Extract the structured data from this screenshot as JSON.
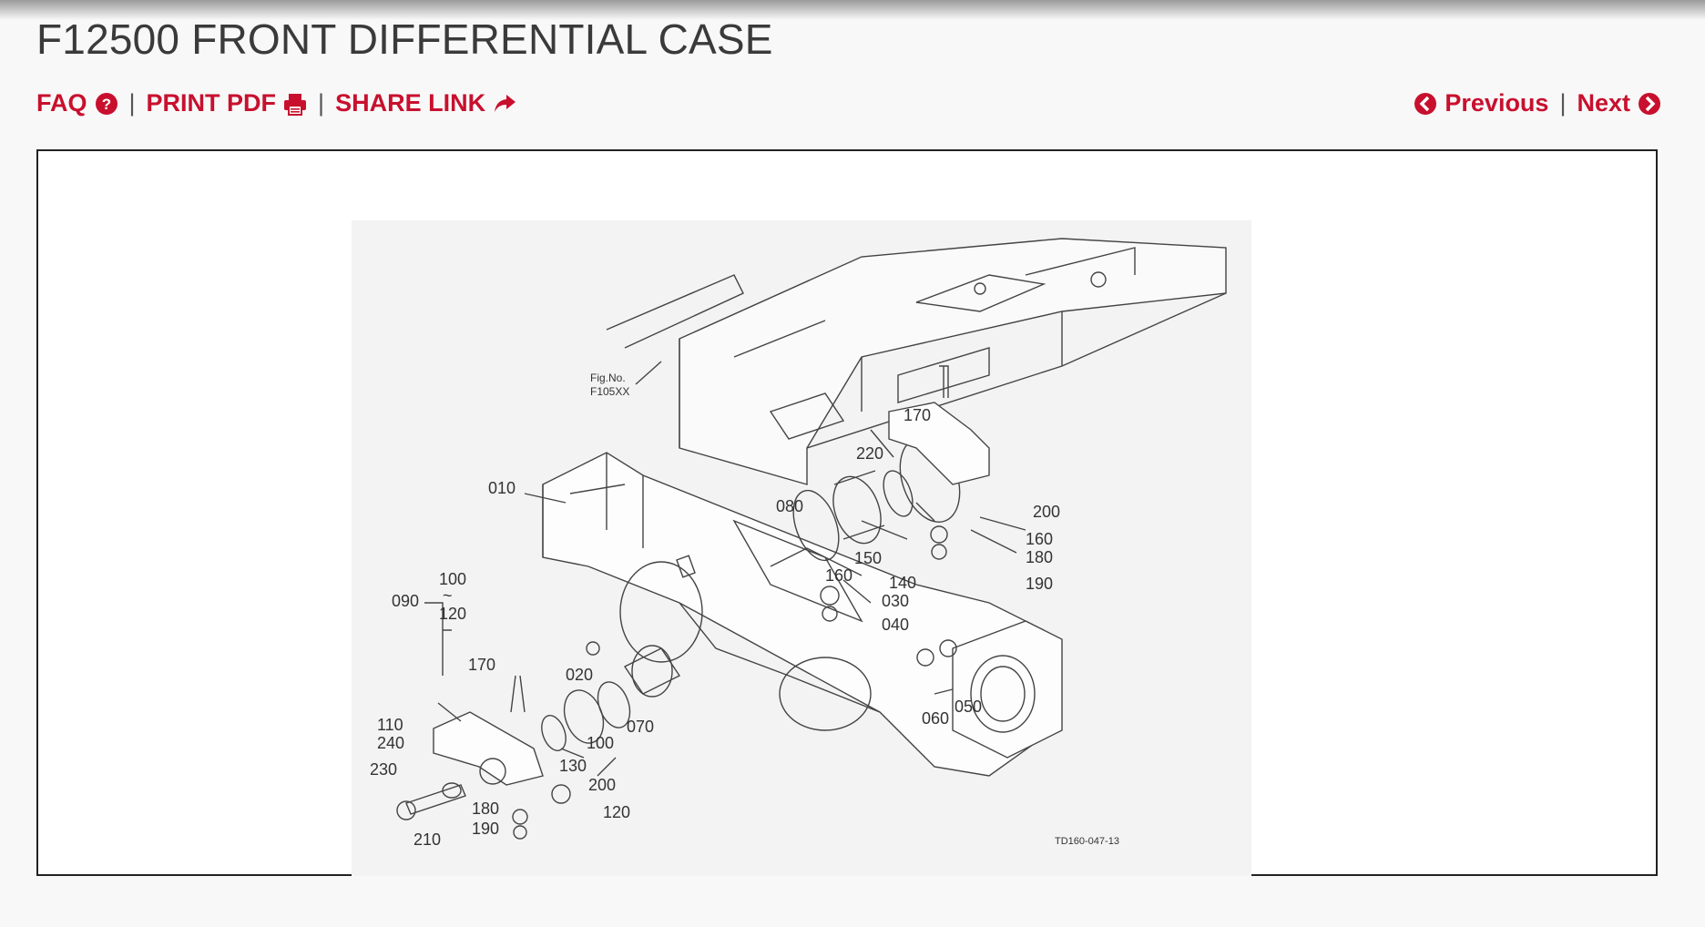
{
  "page": {
    "title": "F12500 FRONT DIFFERENTIAL CASE"
  },
  "nav": {
    "faq_label": "FAQ",
    "print_label": "PRINT PDF",
    "share_label": "SHARE LINK",
    "separator": "|",
    "previous_label": "Previous",
    "next_label": "Next"
  },
  "colors": {
    "link": "#c8102e",
    "title": "#3a3a3a",
    "frame_border": "#222222"
  },
  "icons": [
    "question-circle-icon",
    "printer-icon",
    "share-arrow-icon",
    "arrow-left-circle-icon",
    "arrow-right-circle-icon"
  ],
  "diagram": {
    "fig_ref_1": "Fig.No.",
    "fig_ref_2": "F105XX",
    "drawing_code": "TD160-047-13",
    "callouts": {
      "c010": "010",
      "c020": "020",
      "c030": "030",
      "c040": "040",
      "c050": "050",
      "c060": "060",
      "c070": "070",
      "c080": "080",
      "c090": "090",
      "c100a": "100",
      "c100b": "100",
      "c110": "110",
      "c120a": "120",
      "c120b": "120",
      "tilde": "~",
      "c130": "130",
      "c140": "140",
      "c150": "150",
      "c160a": "160",
      "c160b": "160",
      "c170a": "170",
      "c170b": "170",
      "c180a": "180",
      "c180b": "180",
      "c190a": "190",
      "c190b": "190",
      "c200a": "200",
      "c200b": "200",
      "c210": "210",
      "c220": "220",
      "c230": "230",
      "c240": "240"
    }
  }
}
